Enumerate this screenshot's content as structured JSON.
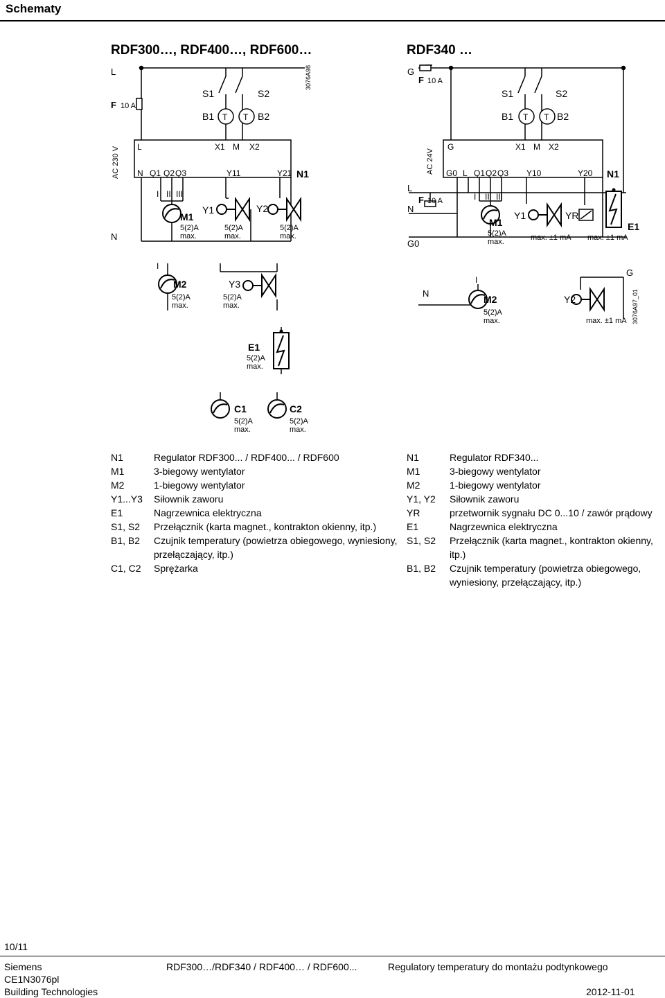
{
  "header": {
    "section_title": "Schematy"
  },
  "left": {
    "title": "RDF300…, RDF400…, RDF600…",
    "doc_code": "3076A98",
    "labels": {
      "L": "L",
      "F": "F",
      "F_rating": "10 A",
      "S1": "S1",
      "S2": "S2",
      "B1": "B1",
      "B2": "B2",
      "T": "T",
      "supply": "AC 230 V",
      "L_term": "L",
      "X1": "X1",
      "M": "M",
      "X2": "X2",
      "N_term": "N",
      "Q1": "Q1",
      "Q2": "Q2",
      "Q3": "Q3",
      "Y11": "Y11",
      "Y21": "Y21",
      "N1": "N1",
      "I": "I",
      "II": "II",
      "III": "III",
      "M1": "M1",
      "Y1": "Y1",
      "Y2": "Y2",
      "N": "N",
      "rating": "5(2)A",
      "max": "max.",
      "M2": "M2",
      "Y3": "Y3",
      "E1": "E1",
      "C1": "C1",
      "C2": "C2"
    }
  },
  "right": {
    "title": "RDF340 …",
    "doc_code": "3076A97_01",
    "labels": {
      "G": "G",
      "F": "F",
      "F_rating": "10 A",
      "S1": "S1",
      "S2": "S2",
      "B1": "B1",
      "B2": "B2",
      "T": "T",
      "supply": "AC 24V",
      "G_term": "G",
      "X1": "X1",
      "M": "M",
      "X2": "X2",
      "G0_term": "G0",
      "L_term": "L",
      "Q1": "Q1",
      "Q2": "Q2",
      "Q3": "Q3",
      "Y10": "Y10",
      "Y20": "Y20",
      "N1": "N1",
      "L": "L",
      "N": "N",
      "G0": "G0",
      "I": "I",
      "II": "II",
      "III": "III",
      "M1": "M1",
      "rating": "5(2)A",
      "max": "max.",
      "Y1": "Y1",
      "YR": "YR",
      "ma": "max. ±1 mA",
      "E1": "E1",
      "M2": "M2",
      "Y2": "Y2"
    }
  },
  "legend_left": [
    {
      "code": "N1",
      "desc": "Regulator  RDF300... / RDF400... / RDF600"
    },
    {
      "code": "M1",
      "desc": "3-biegowy wentylator"
    },
    {
      "code": "M2",
      "desc": "1-biegowy wentylator"
    },
    {
      "code": "Y1...Y3",
      "desc": "Siłownik zaworu"
    },
    {
      "code": "E1",
      "desc": "Nagrzewnica elektryczna"
    },
    {
      "code": "S1, S2",
      "desc": "Przełącznik (karta magnet., kontrakton okienny, itp.)"
    },
    {
      "code": "B1, B2",
      "desc": "Czujnik temperatury (powietrza obiegowego, wyniesiony, przełączający, itp.)"
    },
    {
      "code": "C1, C2",
      "desc": "Sprężarka"
    }
  ],
  "legend_right": [
    {
      "code": "N1",
      "desc": "Regulator RDF340..."
    },
    {
      "code": "M1",
      "desc": "3-biegowy wentylator"
    },
    {
      "code": "M2",
      "desc": "1-biegowy wentylator"
    },
    {
      "code": "Y1, Y2",
      "desc": "Siłownik zaworu"
    },
    {
      "code": "YR",
      "desc": "przetwornik sygnału DC 0...10 / zawór prądowy"
    },
    {
      "code": "E1",
      "desc": "Nagrzewnica elektryczna"
    },
    {
      "code": "S1, S2",
      "desc": "Przełącznik (karta magnet., kontrakton okienny, itp.)"
    },
    {
      "code": "B1, B2",
      "desc": "Czujnik temperatury (powietrza obiegowego, wyniesiony, przełączający, itp.)"
    }
  ],
  "footer": {
    "page": "10/11",
    "company": "Siemens",
    "doc": "CE1N3076pl",
    "division": "Building Technologies",
    "products": "RDF300…/RDF340 / RDF400… / RDF600...",
    "description": "Regulatory temperatury do montażu podtynkowego",
    "date": "2012-11-01"
  }
}
